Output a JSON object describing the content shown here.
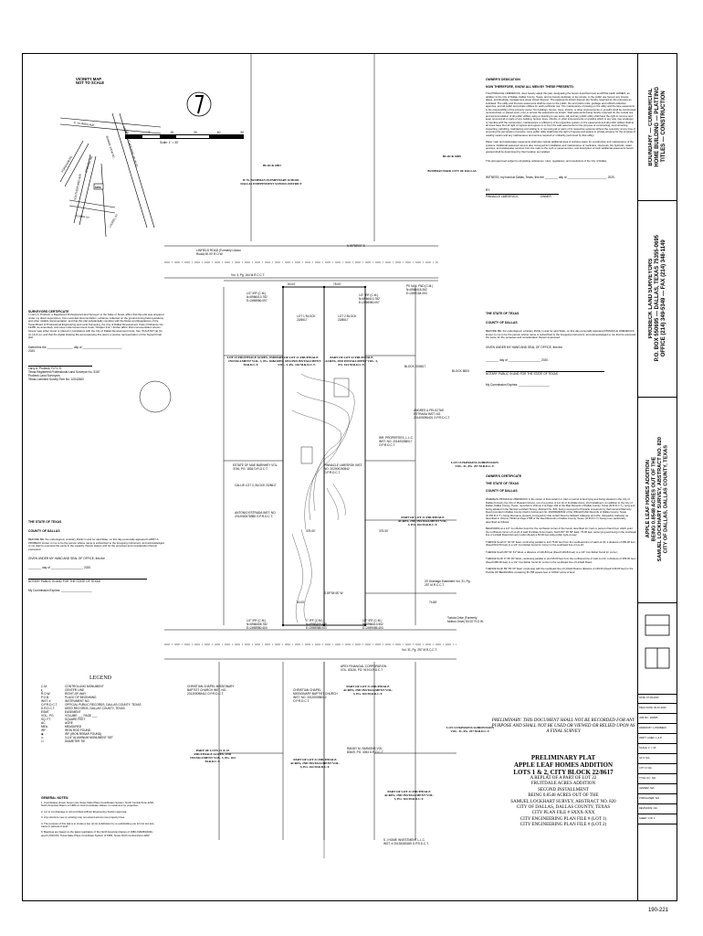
{
  "vicinity_map": {
    "title": "VICINITY MAP",
    "subtitle": "NOT TO SCALE",
    "site_label": "SITE",
    "streets": [
      "E. ILLINOIS AVE.",
      "FORDHAM RD.",
      "STIRLING RD.",
      "MARTIN LUTHER KING JR. BLVD.",
      "BONNIE VIEW RD.",
      "SOUTHERLAND AVE.",
      "ELMER ST.",
      "LAUREL ST."
    ]
  },
  "scale_bar": {
    "ticks": [
      "30",
      "0",
      "15",
      "30",
      "60",
      "90"
    ],
    "label": "Scale: 1\" = 30'"
  },
  "block_labels": {
    "block_6891": "BLOCK 6891",
    "school": "W. W. BUSHMAN ELEMENTARY SCHOOL DALLAS INDEPENDENT SCHOOL DISTRICT",
    "block_6069": "BLOCK 6069",
    "bushman_park": "BUSHMAN PARK CITY OF DALLAS",
    "linfield": "LINFIELD ROAD (Formerly Lisbon Road) 50.00' R.O.W.",
    "vol_ref": "Vol. 3, Pg. 164 M.R.C.C.T.",
    "lot22": "LOT 22 FRUITDALE ACRES, 2ND INSTALLMENT VOL. 3, PG. 164 M.R.D.C.T.",
    "part_lot21_a": "PART OF LOT 21 FRUITDALE ACRES, SECOND INSTALLMENT VOL. 3, PG. 164 M.R.D.C.T.",
    "part_lot21_b": "PART OF LOT 22 FRUITDALE ACRES, 2ND INSTALLMENT VOL. 3, PG. 164 M.R.D.C.T.",
    "lot1": "LOT 1 BLOCK 22/8617",
    "lot2": "LOT 2 BLOCK 22/8617",
    "block_8603": "BLOCK 8603",
    "bushman_block": "BLOCK 22/8617",
    "lot15": "LOT 15 HAWKINS SUBDIVISION VOL. 31, PG. 257 M.R.D.C.T.",
    "lot14": "LOT 14 HAWKINS SUBDIVISION VOL. 31, PG. 257 M.R.D.C.T.",
    "antonio": "ANTONIO ESTRADA INST. NO. 2012000078985 O.P.R.D.C.T.",
    "andres": "ANDRES & FELICITAS ESTRADA INST. NO. 201400096401 O.P.R.D.C.T.",
    "wr_props": "WR. PROPERTIES, L.L.C. INST. NO. 201400268017 O.P.R.D.C.T.",
    "estate_mae": "ESTATE OF MAE BARNHEY VOL. 3746, PG. 1834 D.R.D.C.T.",
    "pinnacle": "PINNACLE LIMESROK INST. NO. 202000260542 O.P.R.D.C.T.",
    "callie": "CALLIE LOT 3, BLOCK 22/8617",
    "apex": "APEX FINANCIAL CORPORATION VOL. 83130, PG. 919 D.R.D.C.T.",
    "christian": "CHRISTIAN CHAPEL MISSIONARY BAPTIST CHURCH INST. NO. 201200098412 O.P.R.D.C.T.",
    "christian2": "CHRISTIAN CHAPEL MISSIONARY BAPTIST CHURCH INST. NO. 201200098412 O.P.R.D.C.T.",
    "ransom": "RANDY M. SIMMONS VOL. 80409, PG. 4054 D.R.D.C.T.",
    "lots_1_2": "PART OF LOTS 21 & 22 FRUITDALE ACRES, 2ND INSTALLMENT VOL. 3, PG. 164 M.R.D.C.T.",
    "part_lot21_c": "PART OF LOT 21 FRUITDALE ACRES, 2ND INSTALLMENT VOL. 3, PG. 164 M.R.D.C.T.",
    "part_lot21_d": "PART OF LOT 21 FRUITDALE ACRES, 2ND INSTALLMENT VOL. 3, PG. 164 M.R.D.C.T.",
    "part_lot21_e": "PART OF LOT 21 FRUITDALE ACRES, 2ND INSTALLMENT VOL. 3, PG. 164 M.R.D.C.T.",
    "part_lot21_f": "PART OF LOT 21 FRUITDALE ACRES, 2ND INSTALLMENT VOL. 3, PG. 164 M.R.D.C.T.",
    "sj_invest": "S J HOME INVESTMENT L.L.C. INST. # 20130083189 O.P.R.D.C.T.",
    "tortola": "Tortola Drive (Formerly Mutton Drive) 50.00' R.O.W.",
    "vol_ref2": "Vol. 31, Pg. 257 M.R.C.C.T.",
    "drainage": "20' Drainage Easement Vol. 31, Pg. 257 M.R.C.C.T.",
    "road_ref": "1/2\" IRF (C.M.) N=6966413.782 E=2498980.097",
    "road_ref2": "1/2\" IRF (C.M.) N=6966413.782 E=2498980.097",
    "point_a": "1\" IPF (C.M.) N=6966409.428 E=2498988.003",
    "point_b": "1/2\" IRF (C.M.) N=6966413.502 E=2499085.403",
    "point_c": "1/2\" IRF (C.M.) N=6966407.498 E=2499085.460",
    "point_d": "1/2\" IRF (C.M.) N=6966408.782 E=2498980.400",
    "point_e": "1/2\" IRF (C.M.) N=6965880.403 E=2498989.258",
    "right_point": "PK NAIL FND (C.M.) N=6966418.262 E=2499154.093",
    "bearing_top": "N 89°59'00\" E",
    "bearing_bottom": "S 89°54'45\" W",
    "bearing_right": "N 00°00'00\" E",
    "bearing_left": "S 00°07'00\" W",
    "dist_top": "50.00'",
    "dist_top2": "75.00'",
    "dist_bottom": "50.00'",
    "dist_bottom2": "74.88'",
    "dist_left": "375.00'",
    "dist_right": "375.00'"
  },
  "surveyors_certificate": {
    "heading": "SURVEYORS CERTIFICATE",
    "body": "I, Larry A. Probeck, a Registered Professional Land Surveyor in the State of Texas, affirm that this plat was prepared under my direct supervision, from recorded documentation, evidence collected on the ground during field operations and other reliable documentation; and that this plat substantially complies with the Rules and Regulations of the Texas Board of Professional Engineering and Land Surveying, the City of Dallas Development Code (Ordinance No. 19455, as amended), and issue code Government Code, Chapter 212. I further affirm that monumentation shown hereon was either found or placed in compliance with the City of Dallas Development Code, Sec. 51A-8.617 (a) (b) (c) (d) & (e); and that the digital drawing file accompanying this plat is a precise representation of this Signed Final plat.",
    "dated": "Dated this the ________________ day of ________________________,",
    "year": "2020.",
    "signer_name": "Larry A. Probeck, R.P.L.S.",
    "signer_license": "Texas Registered Professional Land Surveyor No. 5187",
    "signer_firm": "Probeck Land Surveyors",
    "signer_firm_no": "Texas Licensed Survey Firm No. 10042600"
  },
  "notary_left": {
    "state": "THE STATE OF TEXAS",
    "county": "COUNTY OF DALLAS",
    "body": "BEFORE ME, the undersigned, a Notary Public in and for said State, on this day personally appeared LARRY A. PROBECK known to me to be the person whose name is subscribed to the foregoing instrument, and acknowledged to me that he executed the same in the capacity therein stated, and for the purposes and consideration therein expressed.",
    "given": "GIVEN UNDER MY HAND AND SEAL OF OFFICE, this the",
    "day_line": "________ day of ____________________ 2020.",
    "notary_line": "NOTARY PUBLIC IN AND FOR THE STATE OF TEXAS",
    "commission": "My Commission Expires: ___________________"
  },
  "legend": {
    "title": "LEGEND",
    "items": [
      [
        "C.M.",
        "CONTROLLING MONUMENT"
      ],
      [
        "℄",
        "CENTER LINE"
      ],
      [
        "R.O.W.",
        "RIGHT-OF-WAY"
      ],
      [
        "P.O.B.",
        "PLACE OF BEGINNING"
      ],
      [
        "INST. #",
        "INSTRUMENT NO."
      ],
      [
        "O.P.R.D.C.T.",
        "OFFICIAL PUBLIC RECORDS, DALLAS COUNTY, TEXAS"
      ],
      [
        "D.R.D.C.T.",
        "DEED RECORDS, DALLAS COUNTY, TEXAS"
      ],
      [
        "ESMT.",
        "EASEMENT"
      ],
      [
        "VOL., PG.",
        "VOLUME ___ PAGE ___"
      ],
      [
        "SQ. FT.",
        "SQUARE FEET"
      ],
      [
        "AC.",
        "ACRE"
      ],
      [
        "MEA.",
        "MEASURED"
      ],
      [
        "IRF",
        "IRON ROD FOUND"
      ],
      [
        "◉",
        "IRF (IRON REBAR FOUND)"
      ],
      [
        "⊙",
        "3-1/4\" ALUMINUM MONUMENT SET"
      ],
      [
        "⊡",
        "DIAMETER TIE"
      ]
    ]
  },
  "general_notes": {
    "title": "GENERAL NOTES:",
    "notes": [
      "1. Coordinates shown hereon are Texas State Plane Coordinates System, North Central Zone 4202, North American Datum of 1983 on Grid Coordinate Values, no scale and no projection.",
      "2. Lot to Lot drainage is not permitted without Engineering Section approval.",
      "3. Any structure new or existing may not extend across new property lines.",
      "4. The purpose of this plat is to create a two (2) lot subdivision by re-subdividing one lot into two lots, tracts or parcels of land.",
      "5. Bearings are based on the latest realization of the North American Datum of 1983 (NAD83(2011) epoch 2010.00), Texas State Plane Coordinate System of 1983, Texas North Central Zone 4202."
    ]
  },
  "owners_dedication": {
    "heading": "OWNER'S DEDICATION",
    "now_therefore": "NOW THEREFORE, KNOW ALL MEN BY THESE PRESENTS:",
    "body1": "That PINNACLE LIMESROCK, does hereby adopt this plat, designating the herein described tract as APPLE LEAF HOMES, an addition to the City of Dallas, Dallas County, Texas, and do hereby dedicate, in fee simple, to the public use forever any streets, alleys, and floodway management areas shown thereon. The easements shown thereon are hereby reserved for the purposes as indicated. The utility and fire lane easements shall be open to the public, fire and police units, garbage and rubbish collection agencies, and all public and private utilities for each particular use. The maintenance of paving on the utility and fire lane easements is the responsibility of the property owner. No buildings, fences, trees, shrubs, or other improvements or growths shall be constructed, reconstructed, or placed upon, over or across the easements as shown. Said easements being hereby reserved for the mutual use and accommodation of all public utilities using or desiring to use same. All, and any public utility shall have the right to remove and keep removed all or parts of any building, fences, trees, shrubs, or other improvements or growths which in any way may endanger or interfere with the construction, maintenance or efficiency of its respective system on the easements and all public utilities shall at all times have the full right of ingress and egress to or from the said easements for the purpose of constructing, reconstructing, inspecting, patrolling, maintaining and adding to or removing all or parts of its respective systems without the necessity at any time of procuring the permission of anyone. (Any public utility shall have the right of ingress and egress to private property for the purpose of reading meters and any maintenance and service required or ordinarily performed by that utility).",
    "body2": "Water main and wastewater easements shall also include additional area of working space for construction and maintenance of the systems. Additional easement area is also conveyed for installation and maintenance of manholes, cleanouts, fire hydrants, water services, and wastewater services from the main to the curb or pavement line, and description of such additional easements herein granted shall be determined by their location as installed.",
    "body3": "This plat approved subject to all platting ordinances, rules, regulations, and resolutions of the City of Dallas.",
    "witness": "WITNESS, my hand at Dallas, Texas, this the ________ day of ________________________, 2020.",
    "by": "BY:",
    "owner_name": "PINNACLE LIMESROCK",
    "owner_role": "OWNER"
  },
  "notary_right": {
    "state": "THE STATE OF TEXAS",
    "county": "COUNTY OF DALLAS",
    "body": "BEFORE ME, the undersigned, a Notary Public in and for said State, on this day personally appeared PINNACLE LIMESROCK known to me to be the person whose name is subscribed to the foregoing instrument, and acknowledged to me that he executed the same for the purposes and consideration therein expressed.",
    "given": "GIVEN UNDER MY HAND AND SEAL OF OFFICE, this the",
    "day_line": "________ day of ____________________ 2020.",
    "notary_line": "NOTARY PUBLIC IN AND FOR THE STATE OF TEXAS",
    "commission": "My Commission Expires: ___________________"
  },
  "owners_certificate": {
    "heading": "OWNER'S CERTIFICATE",
    "state": "THE STATE OF TEXAS",
    "county": "COUNTY OF DALLAS",
    "whereas": "WHEREAS PINNACLE LIMESROCK is the owner of that certain lot, tract or parcel of land lying and being situated in the City of Dallas (formerly the City of Pleasant Grove), out of a portion of Lot 22 of Fruitdale Acres, 2nd Installment, an addition to the City of Dallas, Dallas County, Texas, recorded in Volume 3 at Page 164 of the Map Records of Dallas County, Texas (M.R.D.C.T.), lying and being situated in the Samuel Lockhart Survey, Abstract No. 820, being conveyed to Pinnacle Limesrock by that General Warranty Deed recorded in Dallas County Clerk's Instrument No. 202000260542 of the Official Public Records of Dallas County, Texas (O.P.R.D.C.T.), being that same property conveyed by that certain Deed to Edward Calloway and wife, Jacqueline Calloway as described in Volume 79194 at Page 2798 of the Deed Records of Dallas County, Texas, (D.R.D.C.T.) being more particularly described as follows:",
    "beginning": "BEGINNING at a 1/2\" Iron Rebar found for the northwest corner of the herein described lot; tract or parcel of land from which point the northwest corner of Lot 22 of said Fruitdale Acres bears, North 80° 39' 58\" East, 75.00 feet, same lying and being in the southeast line of Linfield Road (formerly Lisbon Road) a 50.00 feet wide public right-of-way;",
    "thence1": "THENCE South 0° 04' 00\" East, continuing parallel to and 75.00 feet from the southeast line of said Lot 22, a distance of 289.00 feet (Deed=N/A 50 feet) to a 1/2\" Iron Rebar found for corner in the southeast line of Lot 22;",
    "thence2": "THENCE South 89° 54' 51\" West, a distance of 149.84 feet (Deed=149.84 feet) to a 1/2\" Iron Rebar found for corner;",
    "thence3": "THENCE North 0° 06' 00\" West, continuing parallel to and 95.00 feet from the northwest line of said Lot 22, a distance of 289.00 feet (Deed=289.00 feet) to a 1/2\" Iron Rebar found for corner in the southeast line of Linfield Road;",
    "thence4": "THENCE North 89° 59' 00\" East, continuing with the southeast line of Linfield Road a distance of 149.00 (Deed=149.00 feet) to the PLACE OF BEGINNING containing 36,758 square feet or 0.8437 acres of land."
  },
  "preliminary_note": "PRELIMINARY: THIS DOCUMENT SHALL NOT BE RECORDED FOR ANY PURPOSE AND SHALL NOT BE USED OR VIEWED OR RELIED UPON AS A FINAL SURVEY",
  "plat_title": {
    "line1": "PRELIMINARY PLAT",
    "line2": "APPLE LEAF HOMES ADDITION",
    "line3": "LOTS 1 & 2, CITY BLOCK 22/8617",
    "line4": "A REPLAT OF A PART OF LOT 22",
    "line5": "FRUITDALE ACRES ADDITION",
    "line6": "SECOND INSTALLMENT",
    "line7": "BEING 0.8548 ACRES OUT OF THE",
    "line8": "SAMUEL LOCKHART SURVEY, ABSTRACT NO. 820",
    "line9": "CITY OF DALLAS, DALLAS COUNTY, TEXAS",
    "line10": "CITY PLAN FILE # SXXX-XXX",
    "line11": "CITY ENGINEERING PLAN FILE # (LOT 1)",
    "line12": "CITY ENGINEERING PLAN FILE # (LOT 2)"
  },
  "title_block": {
    "services": "BOUNDARY — COMMERCIAL\nHOME BUILDING — PLATTING\nTITLES — CONSTRUCTION",
    "firm": "PROBECK LAND SURVEYORS\nP.O. BOX 550695 — DALLAS, TEXAS 75355-0695\nOFFICE (214) 349-5349 — FAX (214) 348-1149",
    "project": "APPLE LEAF HOMES ADDITION\nBEING 0.8548 ACRES OUT OF THE\nSAMUEL LOCKHART SURVEY, ABSTRACT NO. 820\nCITY OF DALLAS, DALLAS COUNTY, TEXAS",
    "info": [
      "DATE: 07-09-2020",
      "FIELD DATE: 06-16-2020",
      "JOB NO.: 200605",
      "DRAWN BY: L.PROBECK",
      "PARTY CHIEF: L.A.P.",
      "SCALE: 1\" = 30'",
      "GF #: N/A",
      "CITY #: N/A",
      "TITLE CO.: N/A",
      "LENDER: N/A",
      "PURCHASER: N/A",
      "REVISIONS: N/A",
      "SHEET 1 OF 1"
    ]
  },
  "page_number": "190-221"
}
